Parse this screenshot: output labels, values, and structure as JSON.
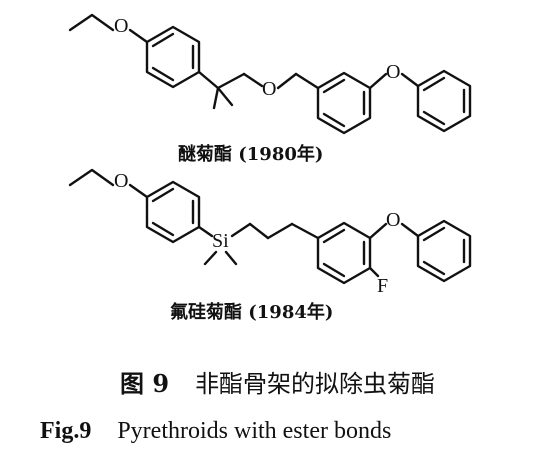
{
  "compounds": [
    {
      "name": "醚菊酯 (1980年)",
      "atoms": {
        "o1": "O",
        "o2": "O",
        "o3": "O"
      }
    },
    {
      "name": "氟硅菊酯 (1984年)",
      "atoms": {
        "o1": "O",
        "si": "Si",
        "o3": "O",
        "f": "F"
      }
    }
  ],
  "figure": {
    "label_cn": "图 9",
    "caption_cn": "非酯骨架的拟除虫菊酯",
    "label_en": "Fig.9",
    "caption_en": "Pyrethroids with ester bonds"
  }
}
